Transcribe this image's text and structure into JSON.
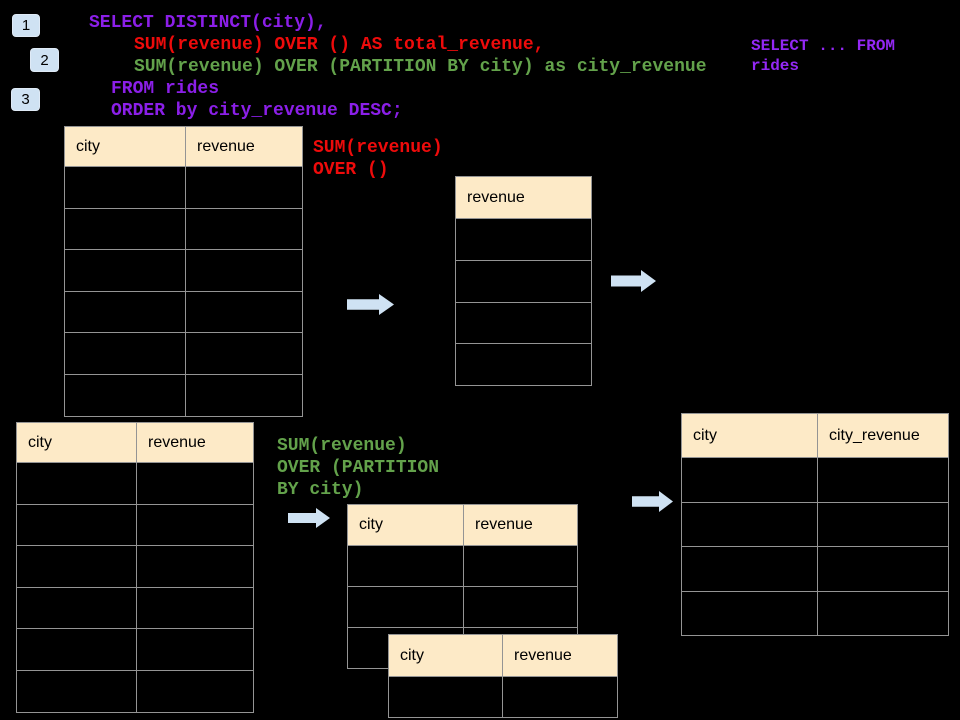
{
  "slide": {
    "badges": [
      {
        "label": "1"
      },
      {
        "label": "2"
      },
      {
        "label": "3"
      }
    ],
    "sql": {
      "line1": "SELECT DISTINCT(city),",
      "line2": "SUM(revenue) OVER () AS total_revenue,",
      "line3": "SUM(revenue) OVER (PARTITION BY city) as city_revenue",
      "line4": "FROM rides",
      "line5": "ORDER by city_revenue DESC;"
    },
    "side_note": "SELECT ... FROM\nrides",
    "labels": {
      "total": "SUM(revenue)\nOVER ()",
      "partition": "SUM(revenue)\nOVER (PARTITION\nBY city)"
    },
    "tables": {
      "source_top": {
        "headers": [
          "city",
          "revenue"
        ]
      },
      "total_revenue": {
        "headers": [
          "revenue"
        ]
      },
      "source_bottom": {
        "headers": [
          "city",
          "revenue"
        ]
      },
      "partition_mid": {
        "headers": [
          "city",
          "revenue"
        ]
      },
      "partition_overlay": {
        "headers": [
          "city",
          "revenue"
        ]
      },
      "result": {
        "headers": [
          "city",
          "city_revenue"
        ]
      }
    },
    "colors": {
      "background": "#000000",
      "sql_purple": "#8b1fe8",
      "sql_red": "#ee0b0b",
      "sql_green": "#63a24b",
      "arrow_blue": "#cfe2f3",
      "badge_blue": "#cfe2f3",
      "table_header_fill": "#fdeac7",
      "table_border": "#949494"
    }
  }
}
